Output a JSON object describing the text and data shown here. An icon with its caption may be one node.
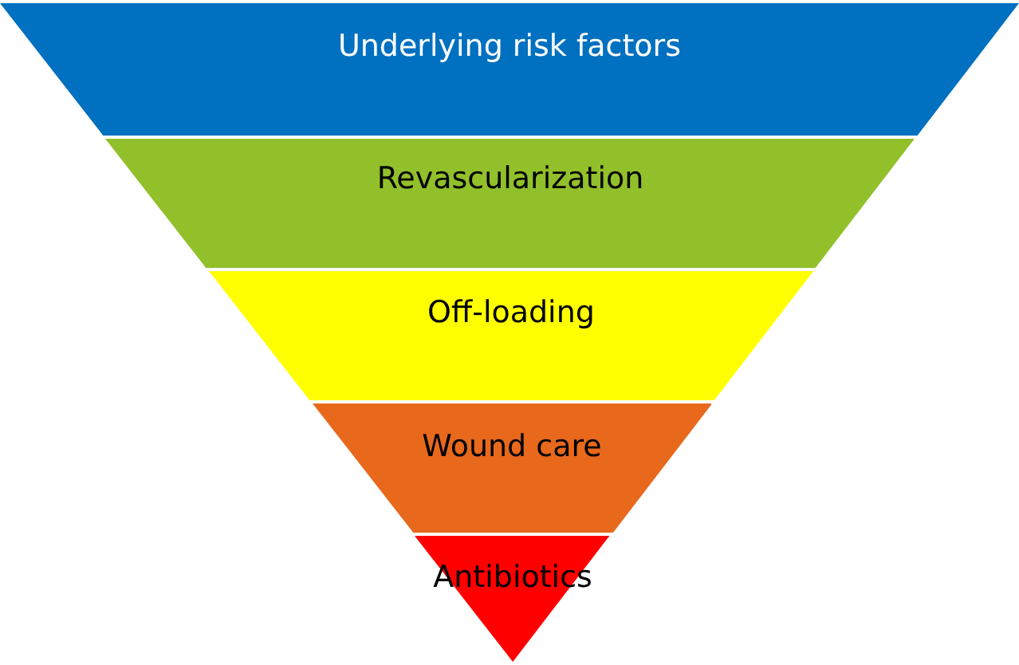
{
  "diagram": {
    "nodes": [
      {
        "text": [
          "Underlying risk factors"
        ]
      },
      {
        "text": [
          "Revascularization"
        ]
      },
      {
        "text": [
          "Off-loading"
        ]
      },
      {
        "text": [
          "Wound care"
        ]
      },
      {
        "text": [
          "Antibiotics"
        ]
      }
    ]
  }
}
